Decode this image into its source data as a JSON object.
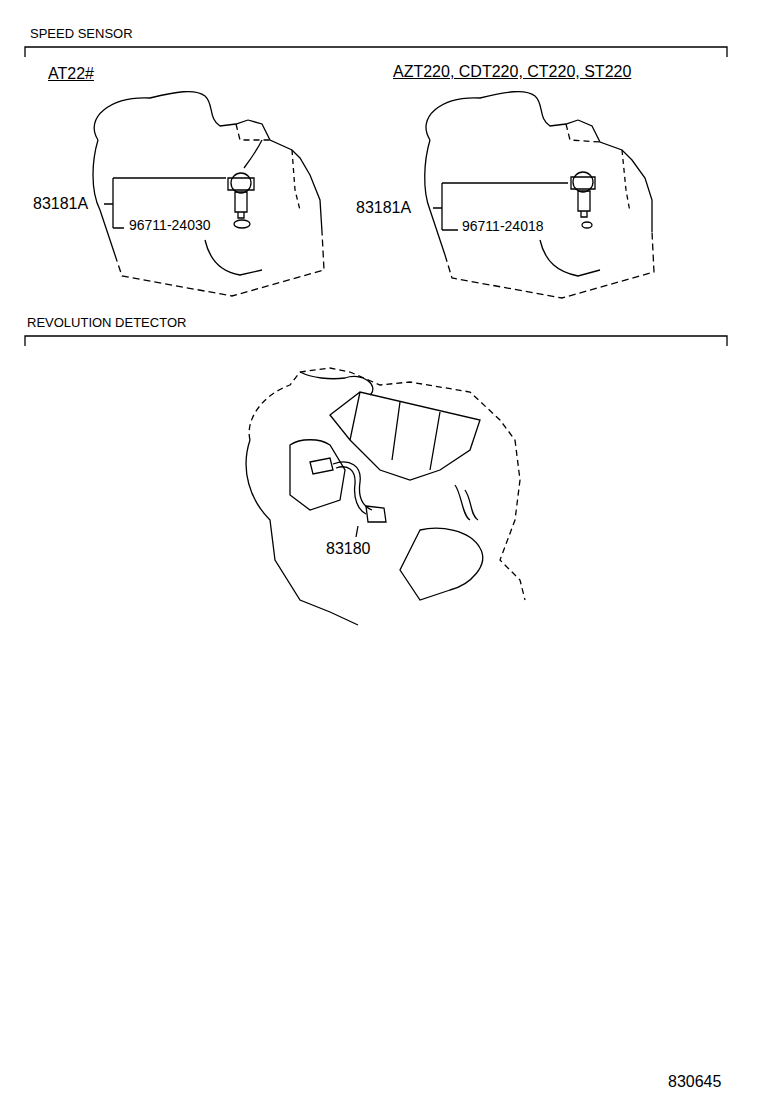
{
  "diagram": {
    "labels": [
      "SPEED SENSOR",
      "AT22#",
      "AZT220, CDT220, CT220, ST220",
      "83181A",
      "96711-24030",
      "83181A",
      "96711-24018",
      "REVOLUTION DETECTOR",
      "83180",
      "830645"
    ]
  }
}
